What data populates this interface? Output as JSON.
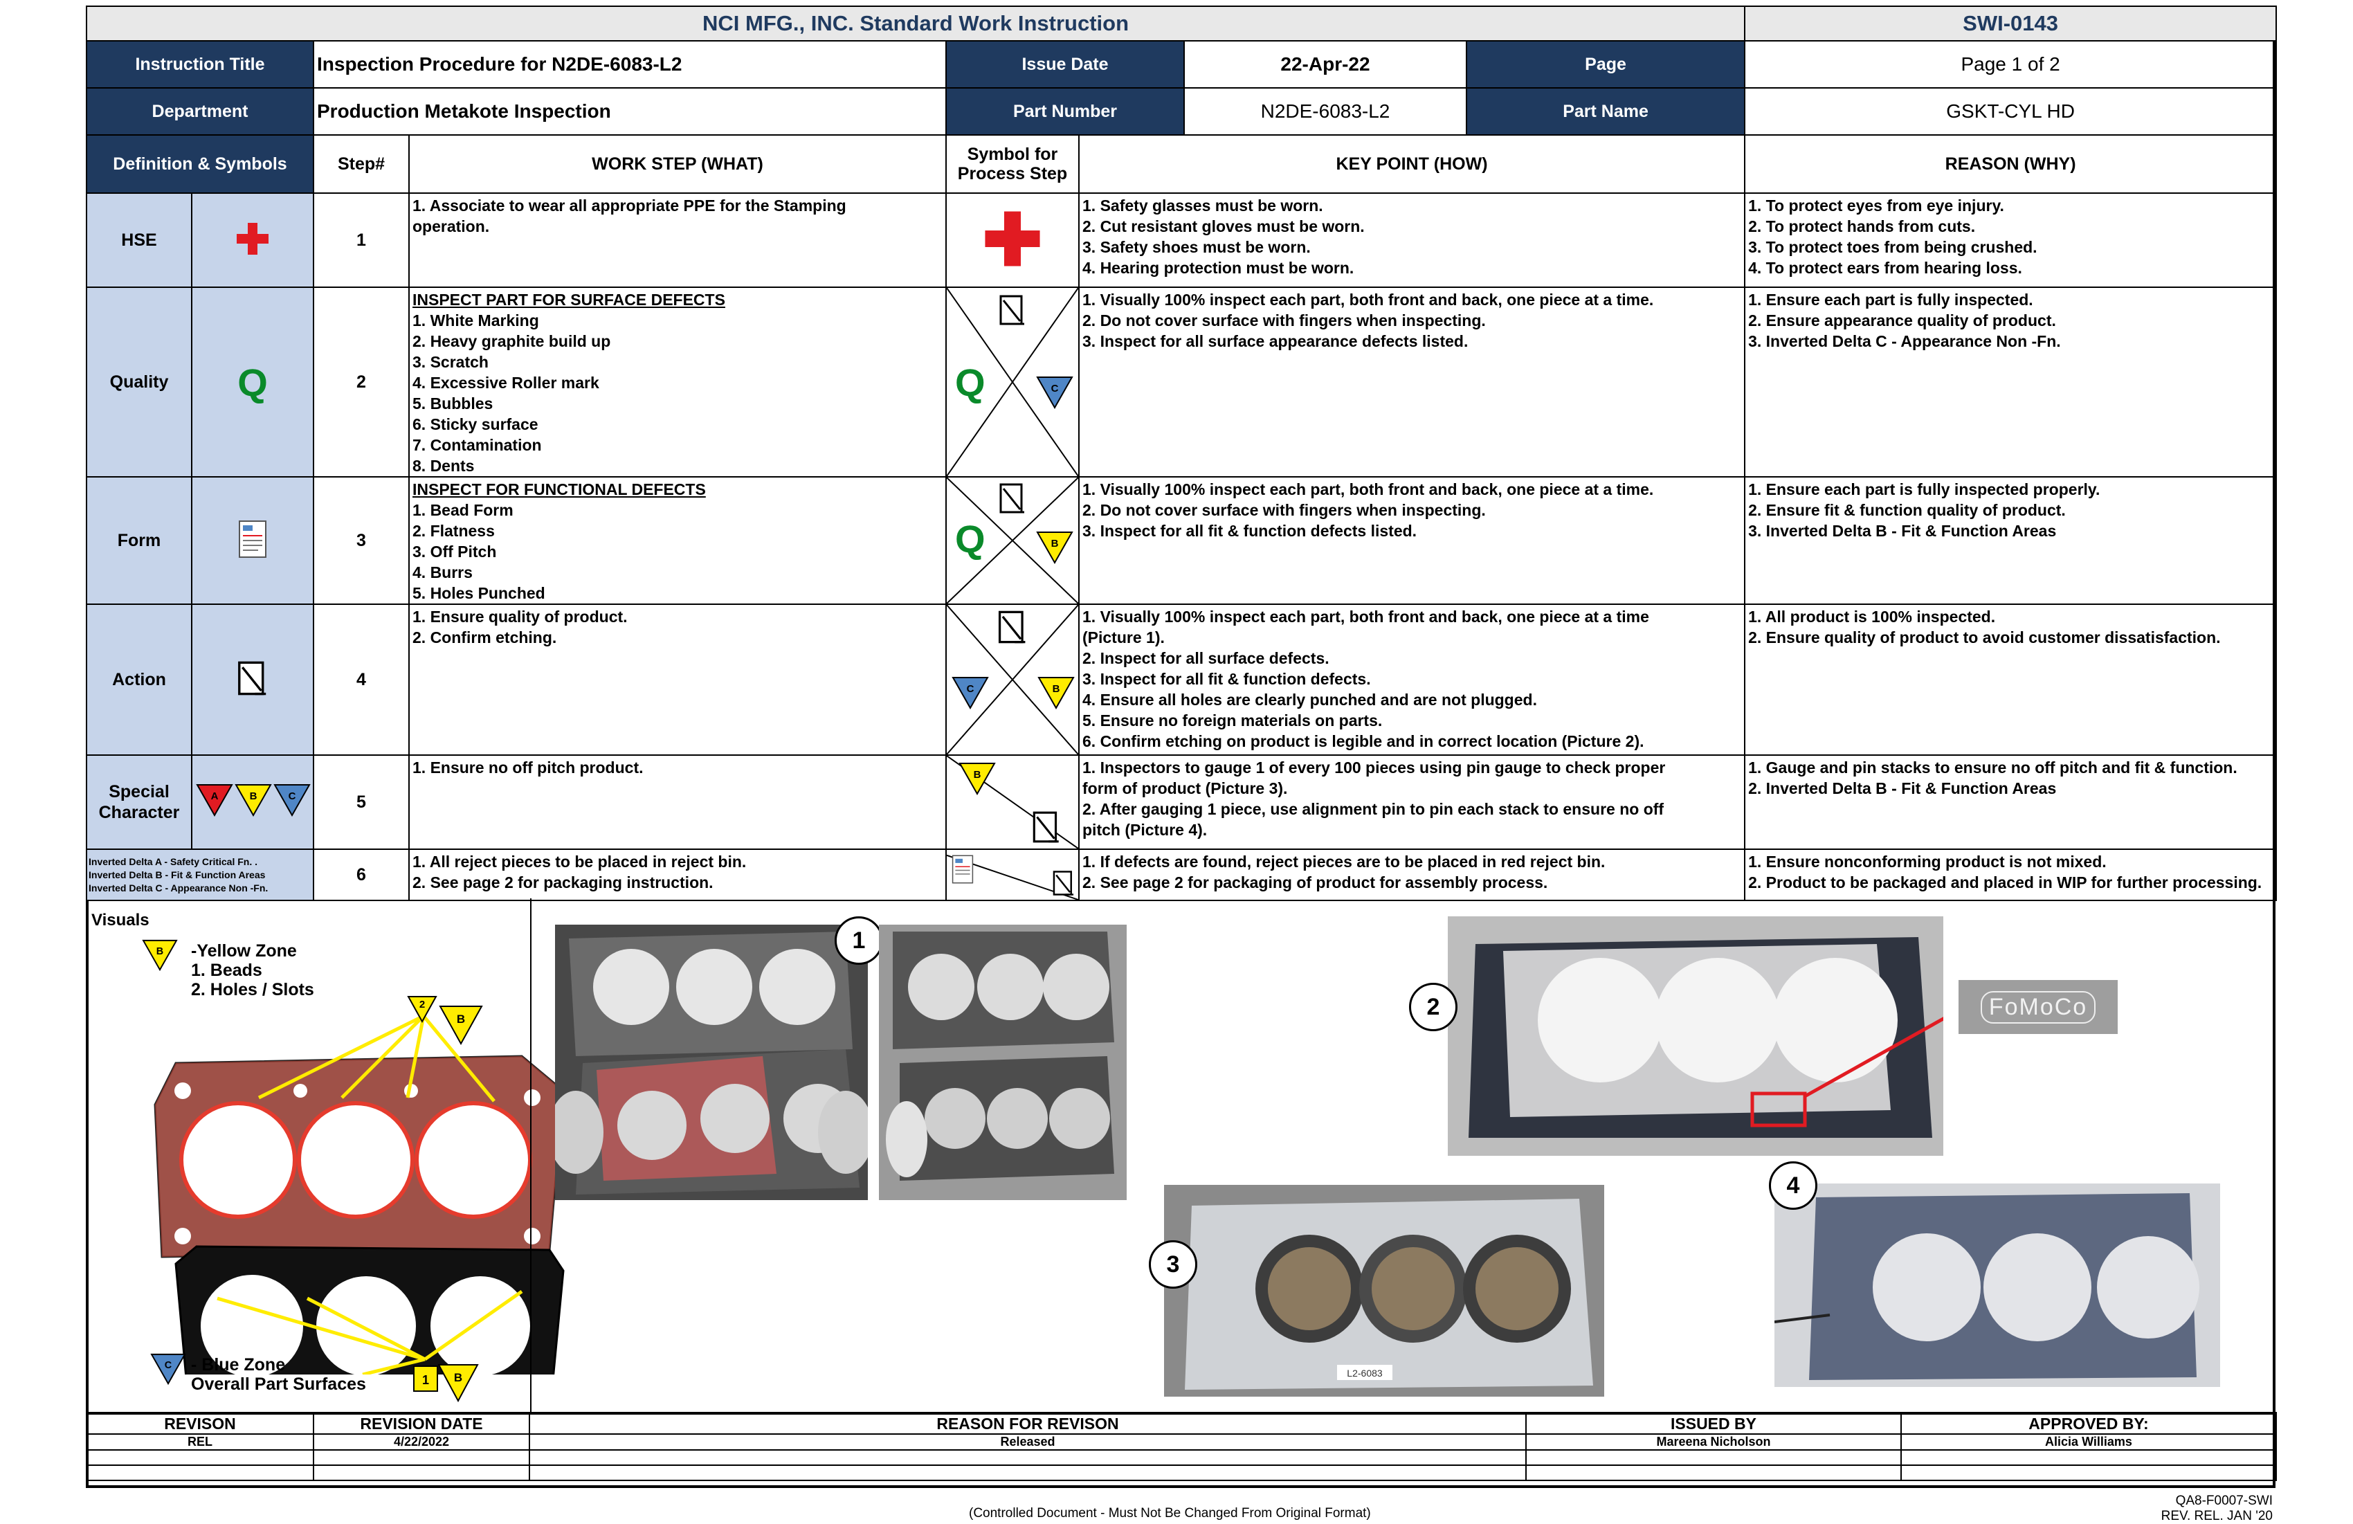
{
  "header": {
    "company_title": "NCI MFG., INC. Standard Work Instruction",
    "doc_number": "SWI-0143",
    "instruction_title_label": "Instruction Title",
    "instruction_title": "Inspection Procedure for N2DE-6083-L2",
    "issue_date_label": "Issue Date",
    "issue_date": "22-Apr-22",
    "page_label": "Page",
    "page_value": "Page 1 of 2",
    "department_label": "Department",
    "department": "Production Metakote Inspection",
    "part_number_label": "Part Number",
    "part_number": "N2DE-6083-L2",
    "part_name_label": "Part Name",
    "part_name": "GSKT-CYL HD"
  },
  "columns": {
    "definition": "Definition & Symbols",
    "step": "Step#",
    "work_step": "WORK STEP (WHAT)",
    "symbol_l1": "Symbol for",
    "symbol_l2": "Process Step",
    "key_point": "KEY POINT (HOW)",
    "reason": "REASON (WHY)"
  },
  "categories": {
    "hse": "HSE",
    "quality": "Quality",
    "quality_symbol": "Q",
    "form": "Form",
    "action": "Action",
    "special_l1": "Special",
    "special_l2": "Character",
    "special_a": "A",
    "special_b": "B",
    "special_c": "C",
    "delta_a": "Inverted Delta A - Safety Critical Fn. .",
    "delta_b": "Inverted Delta B - Fit & Function Areas",
    "delta_c": "Inverted Delta C - Appearance Non -Fn."
  },
  "steps": [
    {
      "num": "1",
      "what": [
        "1. Associate to wear all appropriate PPE for the Stamping",
        "operation."
      ],
      "how": [
        "1. Safety glasses must be worn.",
        "2. Cut resistant gloves must be worn.",
        "3. Safety shoes must be worn.",
        "4. Hearing protection must be worn."
      ],
      "why": [
        "1. To protect eyes from eye injury.",
        "2. To protect hands from cuts.",
        "3. To protect toes from being crushed.",
        "4. To protect ears from hearing loss."
      ]
    },
    {
      "num": "2",
      "what_heading": "INSPECT PART FOR SURFACE DEFECTS",
      "what": [
        "1. White Marking",
        "2. Heavy graphite build up",
        "3. Scratch",
        "4. Excessive Roller mark",
        "5. Bubbles",
        "6. Sticky surface",
        "7. Contamination",
        "8. Dents"
      ],
      "symbol_q": "Q",
      "symbol_delta": "C",
      "how": [
        "1. Visually 100% inspect each part, both front and back, one piece at a time.",
        "2. Do not cover surface with fingers when inspecting.",
        "3. Inspect for all surface appearance defects listed."
      ],
      "why": [
        "1. Ensure each part is fully inspected.",
        "2. Ensure appearance quality of product.",
        "3. Inverted Delta C - Appearance Non -Fn."
      ]
    },
    {
      "num": "3",
      "what_heading": "INSPECT FOR FUNCTIONAL DEFECTS",
      "what": [
        "1. Bead Form",
        "2. Flatness",
        "3. Off Pitch",
        "4. Burrs",
        "5. Holes Punched"
      ],
      "symbol_q": "Q",
      "symbol_delta": "B",
      "how": [
        "1. Visually 100% inspect each part, both front and back, one piece at a time.",
        "2. Do not cover surface with fingers when inspecting.",
        "3. Inspect for all fit & function defects listed."
      ],
      "why": [
        "1. Ensure each part is fully inspected properly.",
        "2. Ensure fit & function quality of product.",
        "3. Inverted Delta B - Fit & Function Areas"
      ]
    },
    {
      "num": "4",
      "what": [
        "1. Ensure quality of product.",
        "2. Confirm etching."
      ],
      "symbol_delta_left": "C",
      "symbol_delta_right": "B",
      "how": [
        "1. Visually 100% inspect each part, both front and back, one piece at a time",
        "(Picture 1).",
        "2. Inspect for all surface defects.",
        "3. Inspect for all fit & function defects.",
        "4. Ensure all holes are clearly punched and are not plugged.",
        "5. Ensure no foreign materials on parts.",
        "6. Confirm etching on product is legible and in correct location (Picture 2)."
      ],
      "why": [
        "1. All product is 100% inspected.",
        "2. Ensure quality of product to avoid customer dissatisfaction."
      ]
    },
    {
      "num": "5",
      "what": [
        "1. Ensure no off pitch product."
      ],
      "symbol_delta": "B",
      "how": [
        "1. Inspectors to gauge 1 of every 100 pieces using pin gauge to check proper",
        "form of product (Picture 3).",
        "2. After gauging 1 piece, use alignment pin to pin each stack to ensure no off",
        "pitch (Picture 4)."
      ],
      "why": [
        "1. Gauge and pin stacks to ensure no off pitch and fit & function.",
        "2. Inverted Delta B - Fit & Function Areas"
      ]
    },
    {
      "num": "6",
      "what": [
        "1. All reject pieces to be placed in reject bin.",
        "2. See page 2 for packaging instruction."
      ],
      "how": [
        "1. If defects are found, reject pieces are to be placed in red reject bin.",
        "2. See page 2 for packaging of product for assembly process."
      ],
      "why": [
        "1. Ensure nonconforming product is not mixed.",
        "2. Product to be packaged and placed in WIP for further processing."
      ]
    }
  ],
  "visuals": {
    "label": "Visuals",
    "yellow_zone_title": "-Yellow Zone",
    "yellow_zone_items": [
      "1. Beads",
      "2. Holes / Slots"
    ],
    "yellow_marker_b": "B",
    "callout_2": "2",
    "callout_1": "1",
    "blue_zone_title": "- Blue Zone",
    "blue_zone_desc": "Overall Part Surfaces",
    "blue_marker_c": "C",
    "pictures": [
      "1",
      "2",
      "3",
      "4"
    ],
    "etch_text": "FoMoCo",
    "fixture_tag": "L2-6083"
  },
  "revision": {
    "headers": [
      "REVISON",
      "REVISION DATE",
      "REASON FOR REVISON",
      "ISSUED BY",
      "APPROVED BY:"
    ],
    "rows": [
      [
        "REL",
        "4/22/2022",
        "Released",
        "Mareena Nicholson",
        "Alicia Williams"
      ]
    ]
  },
  "footer": {
    "controlled": "(Controlled Document - Must Not Be Changed From Original Format)",
    "form_number": "QA8-F0007-SWI",
    "rev_rel": "REV. REL. JAN '20"
  },
  "colors": {
    "navy": "#1f3a5f",
    "light_blue": "#c6d4ea",
    "hse_red": "#e11b22",
    "quality_green": "#0a8a2a",
    "delta_yellow": "#ffec00",
    "delta_blue": "#4f86c6",
    "delta_red": "#e11b22"
  }
}
